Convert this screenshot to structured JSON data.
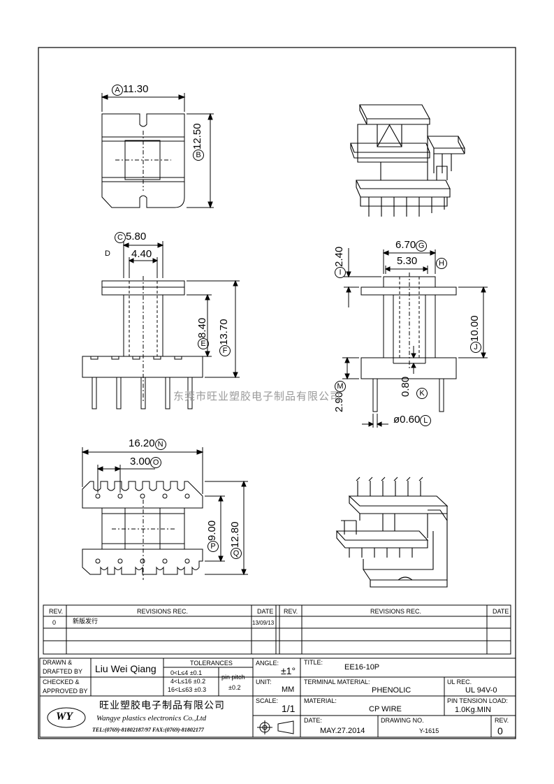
{
  "dims": {
    "A": "A",
    "a_val": "11.30",
    "B": "B",
    "b_val": "12.50",
    "C": "C",
    "c_val": "5.80",
    "D": "D",
    "d_val": "4.40",
    "E": "E",
    "e_val": "8.40",
    "F": "F",
    "f_val": "13.70",
    "G": "G",
    "g_val": "6.70",
    "H": "H",
    "h_val": "5.30",
    "I": "I",
    "i_val": "2.40",
    "J": "J",
    "j_val": "10.00",
    "K": "K",
    "k_val": "0.80",
    "L": "L",
    "l_val": "ø0.60",
    "M": "M",
    "m_val": "2.90",
    "N": "N",
    "n_val": "16.20",
    "O": "O",
    "o_val": "3.00",
    "P": "P",
    "p_val": "9.00",
    "Q": "Q",
    "q_val": "12.80"
  },
  "watermark": "东莞市旺业塑胶电子制品有限公司",
  "revisions": {
    "left_header": {
      "rev": "REV.",
      "rec": "REVISIONS   REC.",
      "date": "DATE"
    },
    "right_header": {
      "rev": "REV.",
      "rec": "REVISIONS   REC.",
      "date": "DATE"
    },
    "rows": [
      {
        "rev": "0",
        "rec": "新版发行",
        "date": "13/09/13"
      }
    ]
  },
  "title_block": {
    "drawn_label_1": "DRAWN &",
    "drawn_label_2": "DRAFTED BY",
    "drawn_by": "Liu Wei Qiang",
    "checked_label_1": "CHECKED &",
    "checked_label_2": "APPROVED BY",
    "tolerances_label": "TOLERANCES",
    "tol_rows": [
      "0<L≤4   ±0.1",
      "4<L≤16  ±0.2",
      "16<L≤63 ±0.3"
    ],
    "pin_pitch_label": "pin pitch",
    "pin_pitch_value": "±0.2",
    "angle_label": "ANGLE:",
    "angle_value": "±1°",
    "unit_label": "UNIT:",
    "unit_value": "MM",
    "scale_label": "SCALE:",
    "scale_value": "1/1",
    "title_label": "TITLE:",
    "title_value": "EE16-10P",
    "terminal_label": "TERMINAL MATERIAL:",
    "terminal_value": "PHENOLIC",
    "ul_label": "UL REC.",
    "ul_value": "UL 94V-0",
    "material_label": "MATERIAL:",
    "material_value": "CP WIRE",
    "pin_tension_label": "PIN TENSION LOAD:",
    "pin_tension_value": "1.0Kg.MIN",
    "date_label": "DATE:",
    "date_value": "MAY.27.2014",
    "drawing_no_label": "DRAWING NO.",
    "drawing_no_value": "Y-1615",
    "rev_label": "REV.",
    "rev_value": "0",
    "company_cn": "旺业塑胶电子制品有限公司",
    "company_en": "Wangye plastics electronics Co.,Ltd",
    "contact": "TEL:(0769)-81802187/97  FAX:(0769)-81802177",
    "logo_text": "WY"
  }
}
